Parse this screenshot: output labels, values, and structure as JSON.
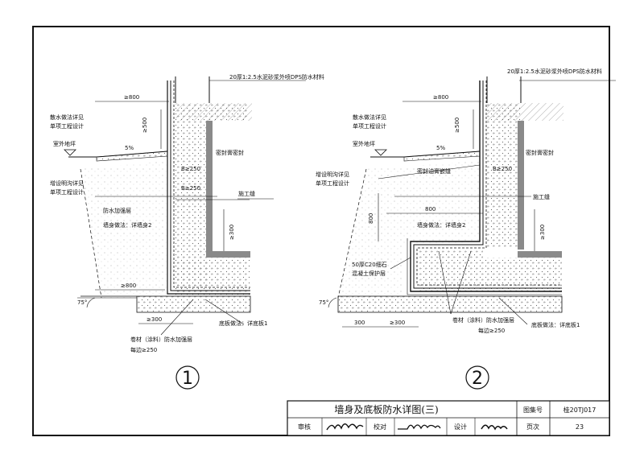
{
  "left_detail": {
    "number": "1",
    "callouts": {
      "top_material": "20厚1:2.5水泥砂浆外喷DPS防水材料",
      "dim_800_top": "≥800",
      "dim_500": "≥500",
      "scatter_water": "散水做法详见",
      "single_project": "单项工程设计",
      "outdoor_ground": "室外地坪",
      "slope": "5%",
      "sealant": "密封膏密封",
      "b250_a": "B≥250",
      "b250_b": "B≥250",
      "drain_note1": "增设明沟详见",
      "drain_note2": "单项工程设计",
      "construction_joint": "施工缝",
      "waterproof_reinforce": "防水加强层",
      "wall_method": "墙身做法：详墙身2",
      "dim_300_right": "≥300",
      "dim_800_bottom": "≥800",
      "angle": "75°",
      "dim_300_bottom": "≥300",
      "base_method": "底板做法：详底板1",
      "coil_reinforce": "卷材（涂料）防水加强层",
      "each_side": "每边≥250"
    }
  },
  "right_detail": {
    "number": "2",
    "callouts": {
      "top_material": "20厚1:2.5水泥砂浆外喷DPS防水材料",
      "dim_800_top": "≥800",
      "dim_500": "≥500",
      "scatter_water": "散水做法详见",
      "single_project": "单项工程设计",
      "outdoor_ground": "室外地坪",
      "slope": "5%",
      "sealant_right": "密封膏密封",
      "b250": "B≥250",
      "drain_note1": "增设明沟详见",
      "drain_note2": "单项工程设计",
      "sealant_mid": "密封油膏嵌缝",
      "construction_joint": "施工缝",
      "dim_800_mid": "800",
      "dim_800_vert": "800",
      "wall_method": "墙身做法：详墙身2",
      "dim_300_right": "≥300",
      "concrete_note1": "50厚C20细石",
      "concrete_note2": "混凝土保护层",
      "angle": "75°",
      "dim_300": "300",
      "dim_300b": "≥300",
      "coil_reinforce": "卷材（涂料）防水加强层",
      "base_method": "底板做法：详底板1",
      "each_side": "每边≥250"
    }
  },
  "title_block": {
    "title": "墙身及底板防水详图(三)",
    "atlas_label": "图集号",
    "atlas_no": "桂20TJ017",
    "review": "审核",
    "check": "校对",
    "design": "设计",
    "page_label": "页次",
    "page_no": "23"
  }
}
